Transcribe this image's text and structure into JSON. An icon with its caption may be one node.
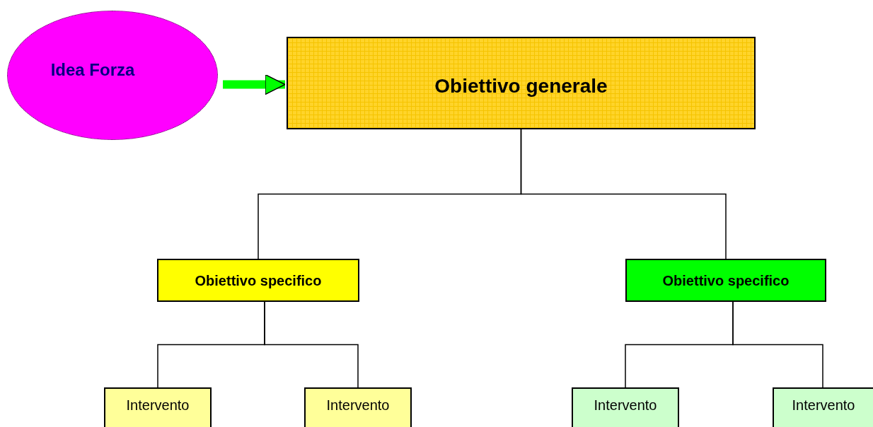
{
  "diagram": {
    "nodes": [
      {
        "text": [
          "Idea Forza"
        ]
      },
      {
        "text": [
          "Obiettivo generale"
        ]
      },
      {
        "text": [
          "Obiettivo specifico"
        ]
      },
      {
        "text": [
          "Obiettivo specifico"
        ]
      },
      {
        "text": [
          "Intervento"
        ]
      },
      {
        "text": [
          "Intervento"
        ]
      },
      {
        "text": [
          "Intervento"
        ]
      },
      {
        "text": [
          "Intervento"
        ]
      }
    ],
    "edges": [
      {
        "from": 0,
        "to": 1,
        "arrow": "to",
        "style": "thick",
        "color": "#00ff00"
      },
      {
        "from": 1,
        "to": 2,
        "arrow": "none"
      },
      {
        "from": 1,
        "to": 3,
        "arrow": "none"
      },
      {
        "from": 2,
        "to": 4,
        "arrow": "none"
      },
      {
        "from": 2,
        "to": 5,
        "arrow": "none"
      },
      {
        "from": 3,
        "to": 6,
        "arrow": "none"
      },
      {
        "from": 3,
        "to": 7,
        "arrow": "none"
      }
    ]
  }
}
